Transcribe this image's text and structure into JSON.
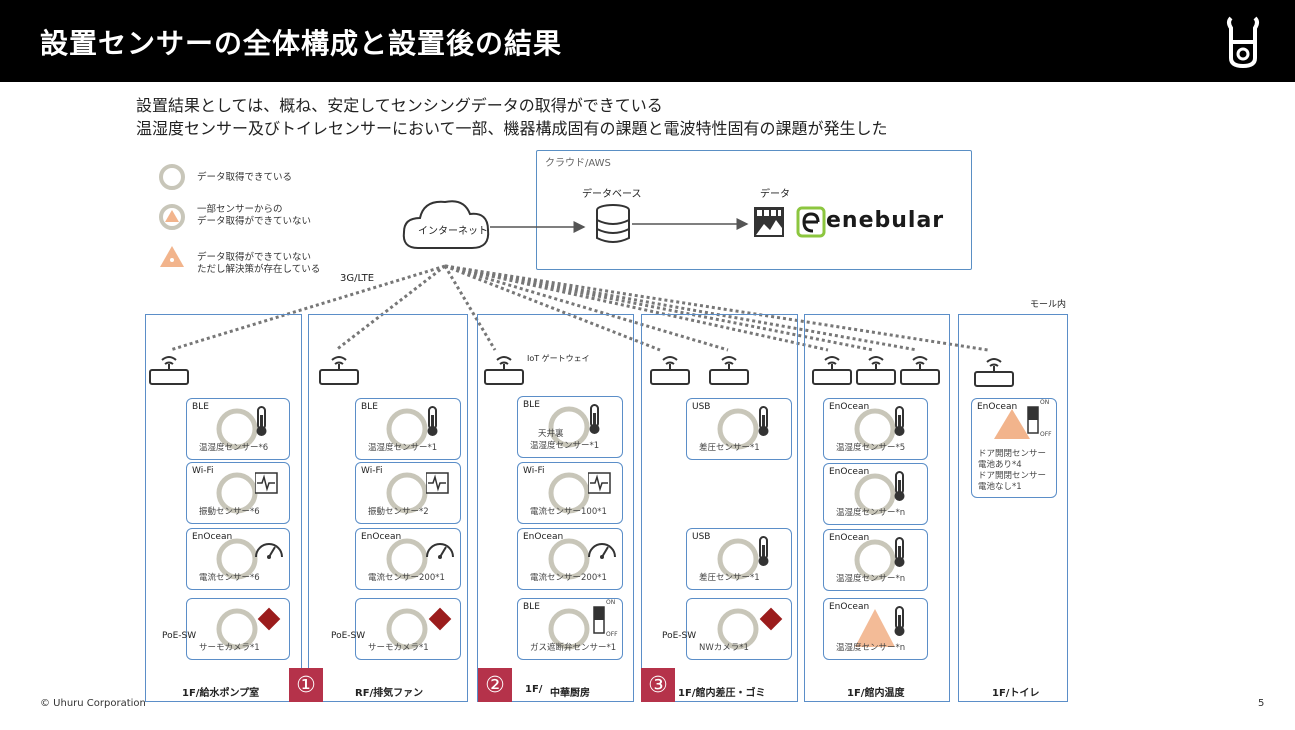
{
  "header": {
    "title": "設置センサーの全体構成と設置後の結果"
  },
  "intro": [
    "設置結果としては、概ね、安定してセンシングデータの取得ができている",
    "温湿度センサー及びトイレセンサーにおいて一部、機器構成固有の課題と電波特性固有の課題が発生した"
  ],
  "legend": {
    "ok": "データ取得できている",
    "partial": [
      "一部センサーからの",
      "データ取得ができていない"
    ],
    "ng": [
      "データ取得ができていない",
      "ただし解決策が存在している"
    ]
  },
  "network": {
    "cloud_box_label": "クラウド/AWS",
    "internet": "インターネット",
    "database": "データベース",
    "data": "データ",
    "enebular": "enebular",
    "link_3g": "3G/LTE",
    "mall_label": "モール内",
    "iot_gateway": "IoT ゲートウェイ"
  },
  "panels": [
    {
      "footer": "1F/給水ポンプ室",
      "cards": [
        {
          "proto": "BLE",
          "name": "温湿度センサー*6",
          "icon": "thermometer-icon"
        },
        {
          "proto": "Wi-Fi",
          "name": "振動センサー*6",
          "icon": "vibration-icon"
        },
        {
          "proto": "EnOcean",
          "name": "電流センサー*6",
          "icon": "gauge-icon"
        },
        {
          "proto": "",
          "name": "サーモカメラ*1",
          "icon": "camera-icon"
        }
      ],
      "poe": "PoE-SW"
    },
    {
      "footer": "RF/排気ファン",
      "cards": [
        {
          "proto": "BLE",
          "name": "温湿度センサー*1",
          "icon": "thermometer-icon"
        },
        {
          "proto": "Wi-Fi",
          "name": "振動センサー*2",
          "icon": "vibration-icon"
        },
        {
          "proto": "EnOcean",
          "name": "電流センサー200*1",
          "icon": "gauge-icon"
        },
        {
          "proto": "",
          "name": "サーモカメラ*1",
          "icon": "camera-icon"
        }
      ],
      "poe": "PoE-SW"
    },
    {
      "footer_left": "1F/",
      "footer": "中華厨房",
      "cards": [
        {
          "proto": "BLE",
          "name": "温湿度センサー*1",
          "extra": "天井裏",
          "icon": "thermometer-icon"
        },
        {
          "proto": "Wi-Fi",
          "name": "電流センサー100*1",
          "icon": "vibration-icon"
        },
        {
          "proto": "EnOcean",
          "name": "電流センサー200*1",
          "icon": "gauge-icon"
        },
        {
          "proto": "BLE",
          "name": "ガス遮断弁センサー*1",
          "icon": "switch-icon"
        }
      ]
    },
    {
      "footer": "1F/館内差圧・ゴミ",
      "cards": [
        {
          "proto": "USB",
          "name": "差圧センサー*1",
          "icon": "thermometer-icon"
        },
        {
          "proto": "USB",
          "name": "差圧センサー*1",
          "icon": "thermometer-icon"
        },
        {
          "proto": "",
          "name": "NWカメラ*1",
          "icon": "camera-icon"
        }
      ],
      "poe": "PoE-SW"
    },
    {
      "footer": "1F/館内温度",
      "cards": [
        {
          "proto": "EnOcean",
          "name": "温湿度センサー*5",
          "icon": "thermometer-icon"
        },
        {
          "proto": "EnOcean",
          "name": "温湿度センサー*n",
          "icon": "thermometer-icon"
        },
        {
          "proto": "EnOcean",
          "name": "温湿度センサー*n",
          "icon": "thermometer-icon"
        },
        {
          "proto": "EnOcean",
          "name": "温湿度センサー*n",
          "icon": "thermometer-icon"
        }
      ]
    },
    {
      "footer": "1F/トイレ",
      "cards": [
        {
          "proto": "EnOcean",
          "name": "ドア開閉センサー",
          "name2": "電池あり*4",
          "name3": "ドア開閉センサー",
          "name4": "電池なし*1",
          "icon": "switch-icon"
        }
      ]
    }
  ],
  "switch_labels": {
    "on": "ON",
    "off": "OFF"
  },
  "badges": [
    "①",
    "②",
    "③"
  ],
  "footer": {
    "copyright": "© Uhuru Corporation",
    "page": "5"
  },
  "colors": {
    "ok_ring": "#c8c6b9",
    "ng_fill": "#f2b48c",
    "panel_border": "#5b8ec8",
    "badge": "#b5324a",
    "header_bg": "#000000"
  }
}
